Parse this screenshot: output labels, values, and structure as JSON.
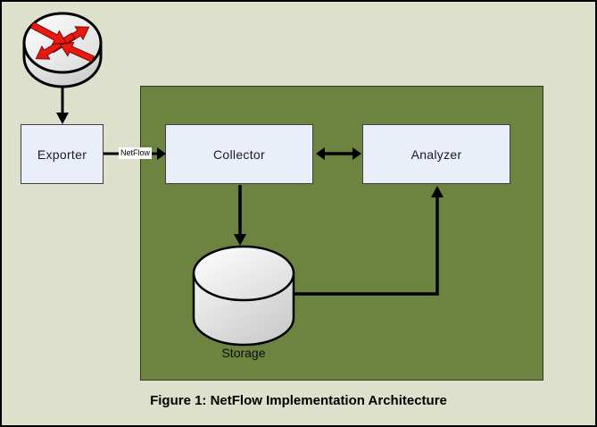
{
  "figure": {
    "caption": "Figure 1: NetFlow Implementation Architecture"
  },
  "diagram": {
    "nodes": {
      "router": {
        "type": "cisco-router-icon"
      },
      "exporter": {
        "label": "Exporter"
      },
      "collector": {
        "label": "Collector"
      },
      "analyzer": {
        "label": "Analyzer"
      },
      "storage": {
        "label": "Storage",
        "shape": "cylinder"
      }
    },
    "edges": {
      "router_to_exporter": {
        "type": "arrow"
      },
      "exporter_to_collector": {
        "type": "arrow",
        "label": "NetFlow"
      },
      "collector_analyzer": {
        "type": "double-arrow"
      },
      "collector_to_storage": {
        "type": "arrow"
      },
      "storage_to_analyzer": {
        "type": "elbow-arrow"
      }
    },
    "colors": {
      "page_background": "#dde1cc",
      "panel_background": "#6d8440",
      "node_fill": "#eaeef8",
      "node_border": "#404040",
      "connector": "#000000",
      "router_arrow_red": "#e8190f"
    }
  }
}
